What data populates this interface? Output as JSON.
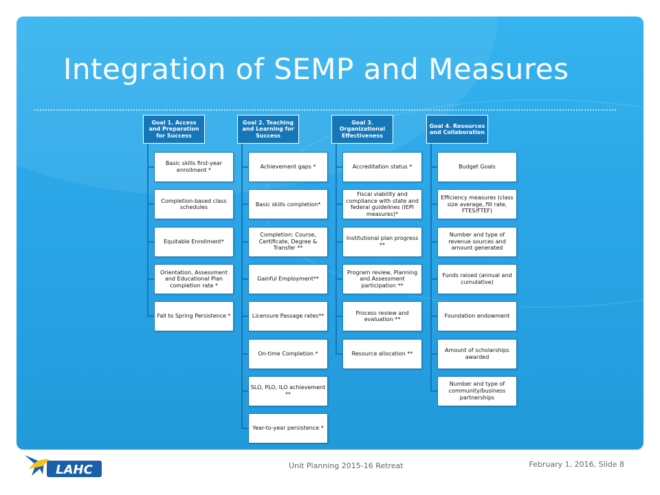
{
  "slide": {
    "title": "Integration of SEMP and Measures",
    "footer_center": "Unit Planning 2015-16 Retreat",
    "footer_right": "February 1, 2016, Slide 8",
    "logo_text": "LAHC"
  },
  "colors": {
    "banner": "#2aa5e6",
    "goal_box": "#1576b8",
    "connector": "#1576b8",
    "item_bg": "#ffffff"
  },
  "goals": [
    {
      "label": "Goal 1. Access and Preparation for Success",
      "items": [
        "Basic skills first-year enrollment *",
        "Completion-based class schedules",
        "Equitable Enrollment*",
        "Orientation, Assessment and Educational Plan completion rate *",
        "Fall to Spring Persistence *"
      ]
    },
    {
      "label": "Goal 2. Teaching and Learning for Success",
      "items": [
        "Achievement gaps *",
        "Basic skills completion*",
        "Completion: Course, Certificate, Degree & Transfer **",
        "Gainful Employment**",
        "Licensure Passage rates**",
        "On-time Completion *",
        "SLO, PLO, ILO achievement **",
        "Year-to-year persistence *"
      ]
    },
    {
      "label": "Goal 3. Organizational Effectiveness",
      "items": [
        "Accreditation status *",
        "Fiscal viability and compliance with state and federal guidelines (IEPI measures)*",
        "Institutional plan progress **",
        "Program review, Planning and Assessment participation **",
        "Process review and evaluation **",
        "Resource allocation **"
      ]
    },
    {
      "label": "Goal 4. Resources and Collaboration",
      "items": [
        "Budget Goals",
        "Efficiency measures (class size average, fill rate, FTES/FTEF)",
        "Number and type of revenue sources and amount generated",
        "Funds raised (annual and cumulative)",
        "Foundation endowment",
        "Amount of scholarships awarded",
        "Number and type of community/business partnerships"
      ]
    }
  ]
}
